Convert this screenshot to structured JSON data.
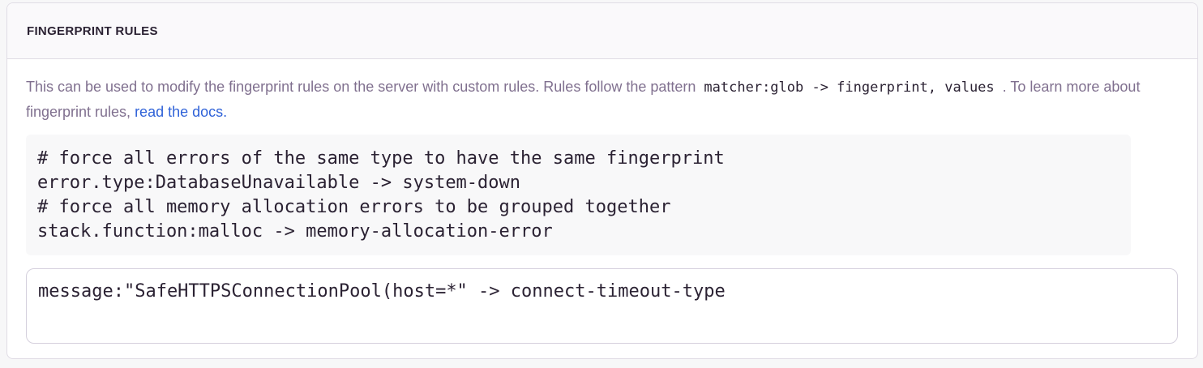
{
  "colors": {
    "page_background": "#f7f7f8",
    "card_border": "#e0dce5",
    "header_background": "#faf9fb",
    "header_text": "#2b2233",
    "body_text": "#80708f",
    "code_text": "#2b2233",
    "code_block_background": "#f8f8f9",
    "link": "#2f62d8",
    "textarea_border": "#d5d0dd"
  },
  "panel": {
    "title": "FINGERPRINT RULES",
    "description": {
      "intro": "This can be used to modify the fingerprint rules on the server with custom rules. Rules follow the pattern",
      "pattern_code": "matcher:glob -> fingerprint, values",
      "middle": ". To learn more about fingerprint rules, ",
      "link_label": "read the docs."
    },
    "example_code_lines": [
      "# force all errors of the same type to have the same fingerprint",
      "error.type:DatabaseUnavailable -> system-down",
      "# force all memory allocation errors to be grouped together",
      "stack.function:malloc -> memory-allocation-error"
    ],
    "rules_textarea": {
      "value": "message:\"SafeHTTPSConnectionPool(host=*\" -> connect-timeout-type"
    }
  }
}
